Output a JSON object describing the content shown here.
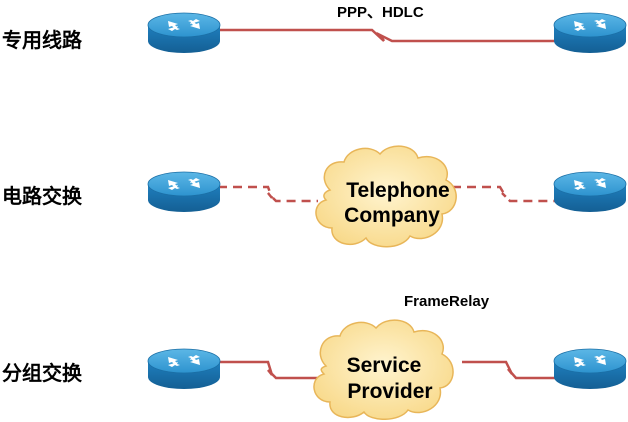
{
  "rows": [
    {
      "label": "专用线路",
      "link_label": "PPP、HDLC",
      "link_style": "solid"
    },
    {
      "label": "电路交换",
      "cloud_line1": "Telephone",
      "cloud_line2": "Company",
      "link_style": "dashed"
    },
    {
      "label": "分组交换",
      "link_label": "FrameRelay",
      "cloud_line1": "Service",
      "cloud_line2": "Provider",
      "link_style": "solid"
    }
  ],
  "colors": {
    "link": "#c0504d",
    "cloud_fill": "#fce5a6",
    "cloud_stroke": "#e8b659",
    "router_top": "#3aa0d8",
    "router_side": "#1b6fa6"
  },
  "icons": {
    "router": "router-icon",
    "cloud": "cloud-icon"
  }
}
